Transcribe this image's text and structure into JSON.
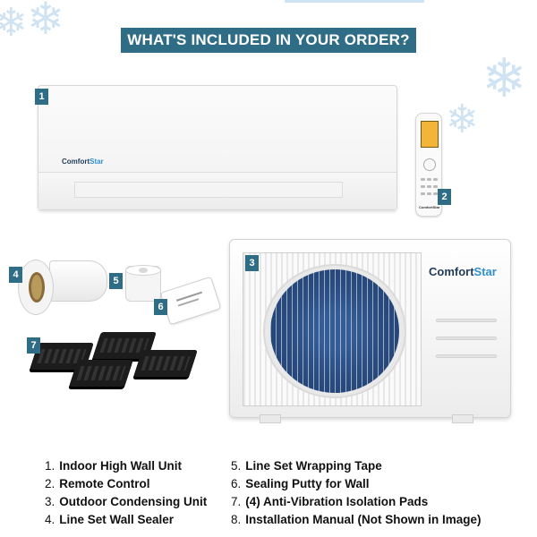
{
  "banner": {
    "title": "WHAT'S INCLUDED IN YOUR ORDER?"
  },
  "brand": {
    "name_part1": "Comfort",
    "name_part2": "Star",
    "accent_color": "#2f6d86"
  },
  "badges": [
    "1",
    "2",
    "3",
    "4",
    "5",
    "6",
    "7"
  ],
  "items_left": [
    {
      "num": "1.",
      "text": "Indoor High Wall Unit"
    },
    {
      "num": "2.",
      "text": "Remote Control"
    },
    {
      "num": "3.",
      "text": "Outdoor Condensing Unit"
    },
    {
      "num": "4.",
      "text": "Line Set Wall Sealer"
    }
  ],
  "items_right": [
    {
      "num": "5.",
      "text": "Line Set Wrapping Tape"
    },
    {
      "num": "6.",
      "text": "Sealing Putty for Wall"
    },
    {
      "num": "7.",
      "text": "(4) Anti-Vibration Isolation Pads"
    },
    {
      "num": "8.",
      "text": "Installation Manual (Not Shown in Image)"
    }
  ],
  "icons": {
    "decoration": "snowflake-icon"
  }
}
